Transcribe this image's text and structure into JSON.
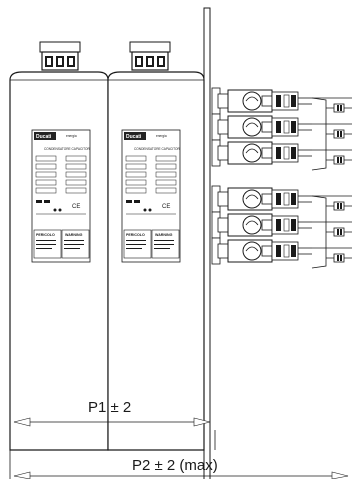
{
  "dimensions": {
    "p1_label": "P1 ± 2",
    "p2_label": "P2 ± 2 (max)"
  },
  "capacitors": [
    {
      "brand": "Ducati",
      "logo_text": "energia",
      "type": "CONDENSATORE CAPACITOR",
      "ce_mark": "CE",
      "warning_left": "PERICOLO",
      "warning_right": "WARNING"
    },
    {
      "brand": "Ducati",
      "logo_text": "energia",
      "type": "CONDENSATORE CAPACITOR",
      "ce_mark": "CE",
      "warning_left": "PERICOLO",
      "warning_right": "WARNING"
    }
  ],
  "colors": {
    "line": "#1a1a1a",
    "body_fill": "#ffffff",
    "label_fill": "#f2f2f2",
    "brand_fill": "#222222"
  }
}
